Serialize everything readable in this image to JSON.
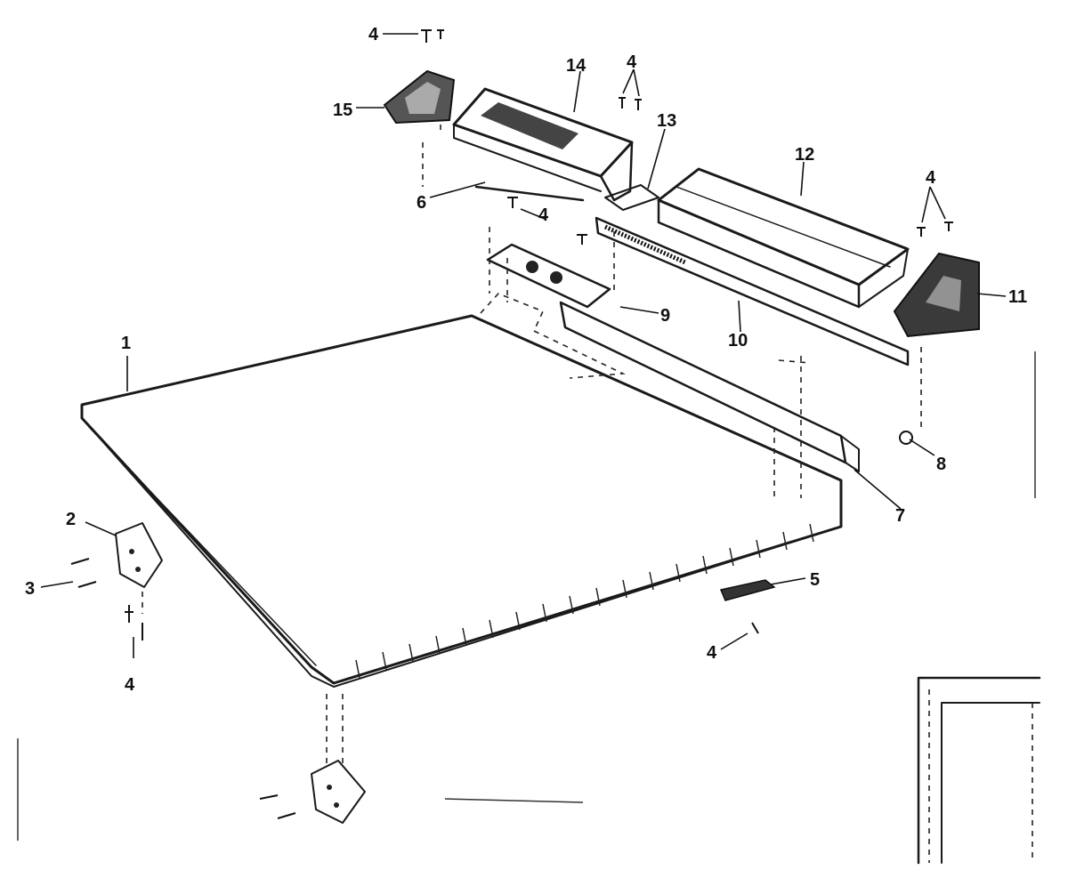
{
  "callouts": {
    "c1": "1",
    "c2": "2",
    "c3": "3",
    "c4a": "4",
    "c4b": "4",
    "c4c": "4",
    "c4d": "4",
    "c4e": "4",
    "c4f": "4",
    "c5": "5",
    "c6": "6",
    "c7": "7",
    "c8": "8",
    "c9": "9",
    "c10": "10",
    "c11": "11",
    "c12": "12",
    "c13": "13",
    "c14": "14",
    "c15": "15"
  },
  "colors": {
    "ink": "#1a1a1a",
    "paper": "#ffffff",
    "shading": "#333333"
  }
}
